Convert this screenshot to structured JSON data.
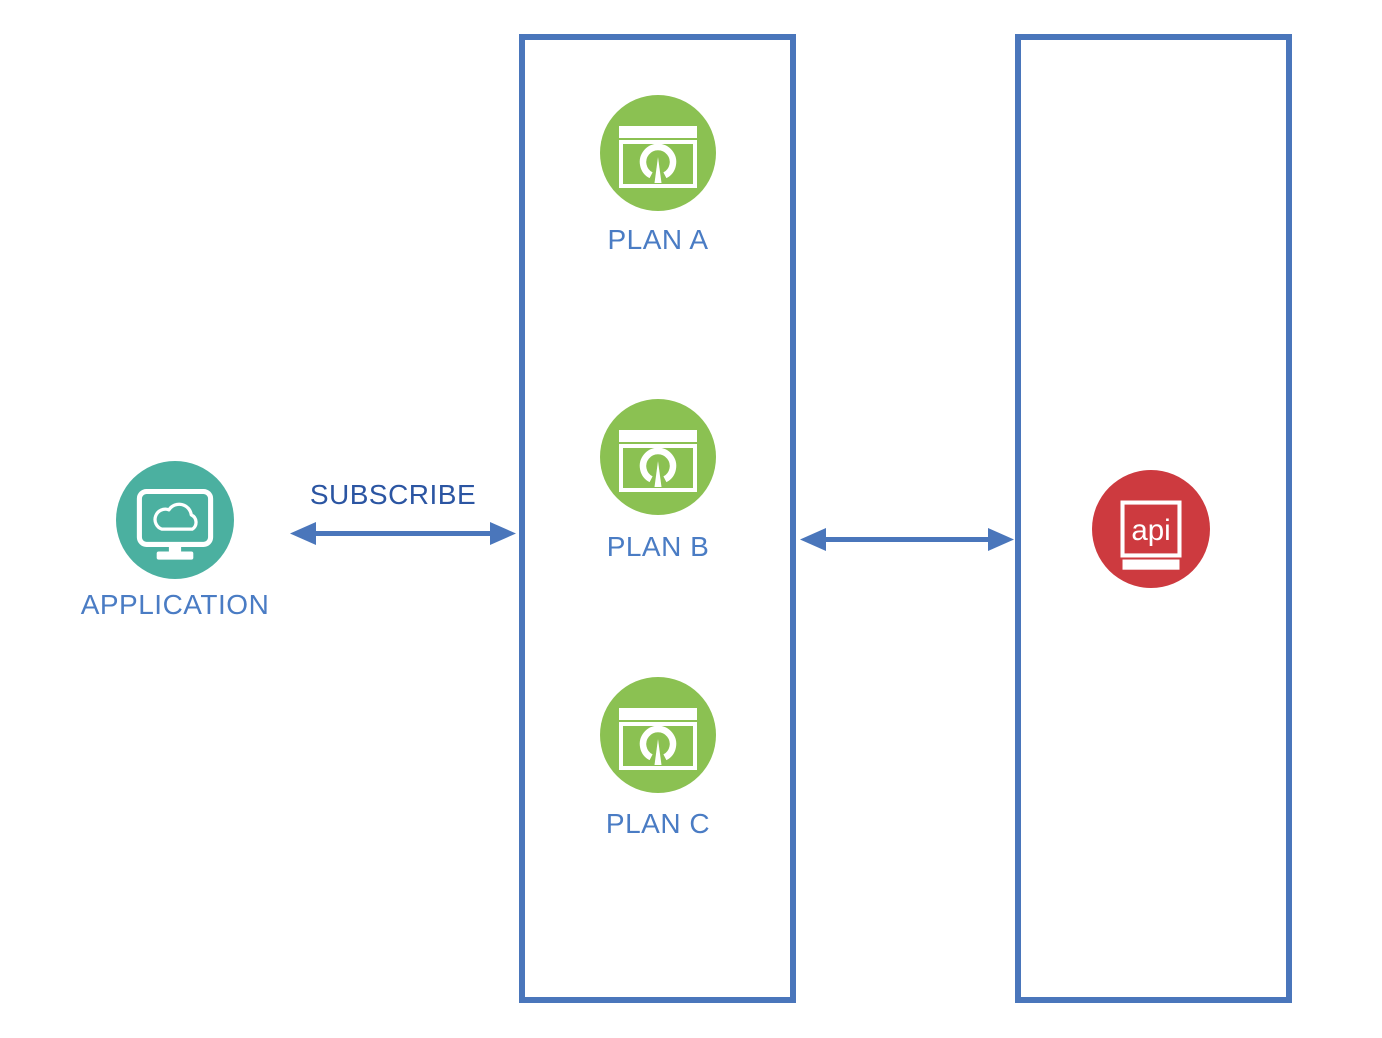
{
  "colors": {
    "application_circle": "#4bb0a0",
    "plan_circle": "#8bc152",
    "api_circle": "#cd3a3f",
    "box_border": "#4a76bb",
    "arrow": "#4a76bb",
    "label_text": "#4a7cc4",
    "subscribe_text": "#2b55a2",
    "icon_foreground": "#ffffff"
  },
  "application": {
    "label": "APPLICATION"
  },
  "subscribe": {
    "label": "SUBSCRIBE"
  },
  "plans": {
    "items": [
      {
        "label": "PLAN A"
      },
      {
        "label": "PLAN B"
      },
      {
        "label": "PLAN C"
      }
    ]
  },
  "api": {
    "label": "api"
  }
}
